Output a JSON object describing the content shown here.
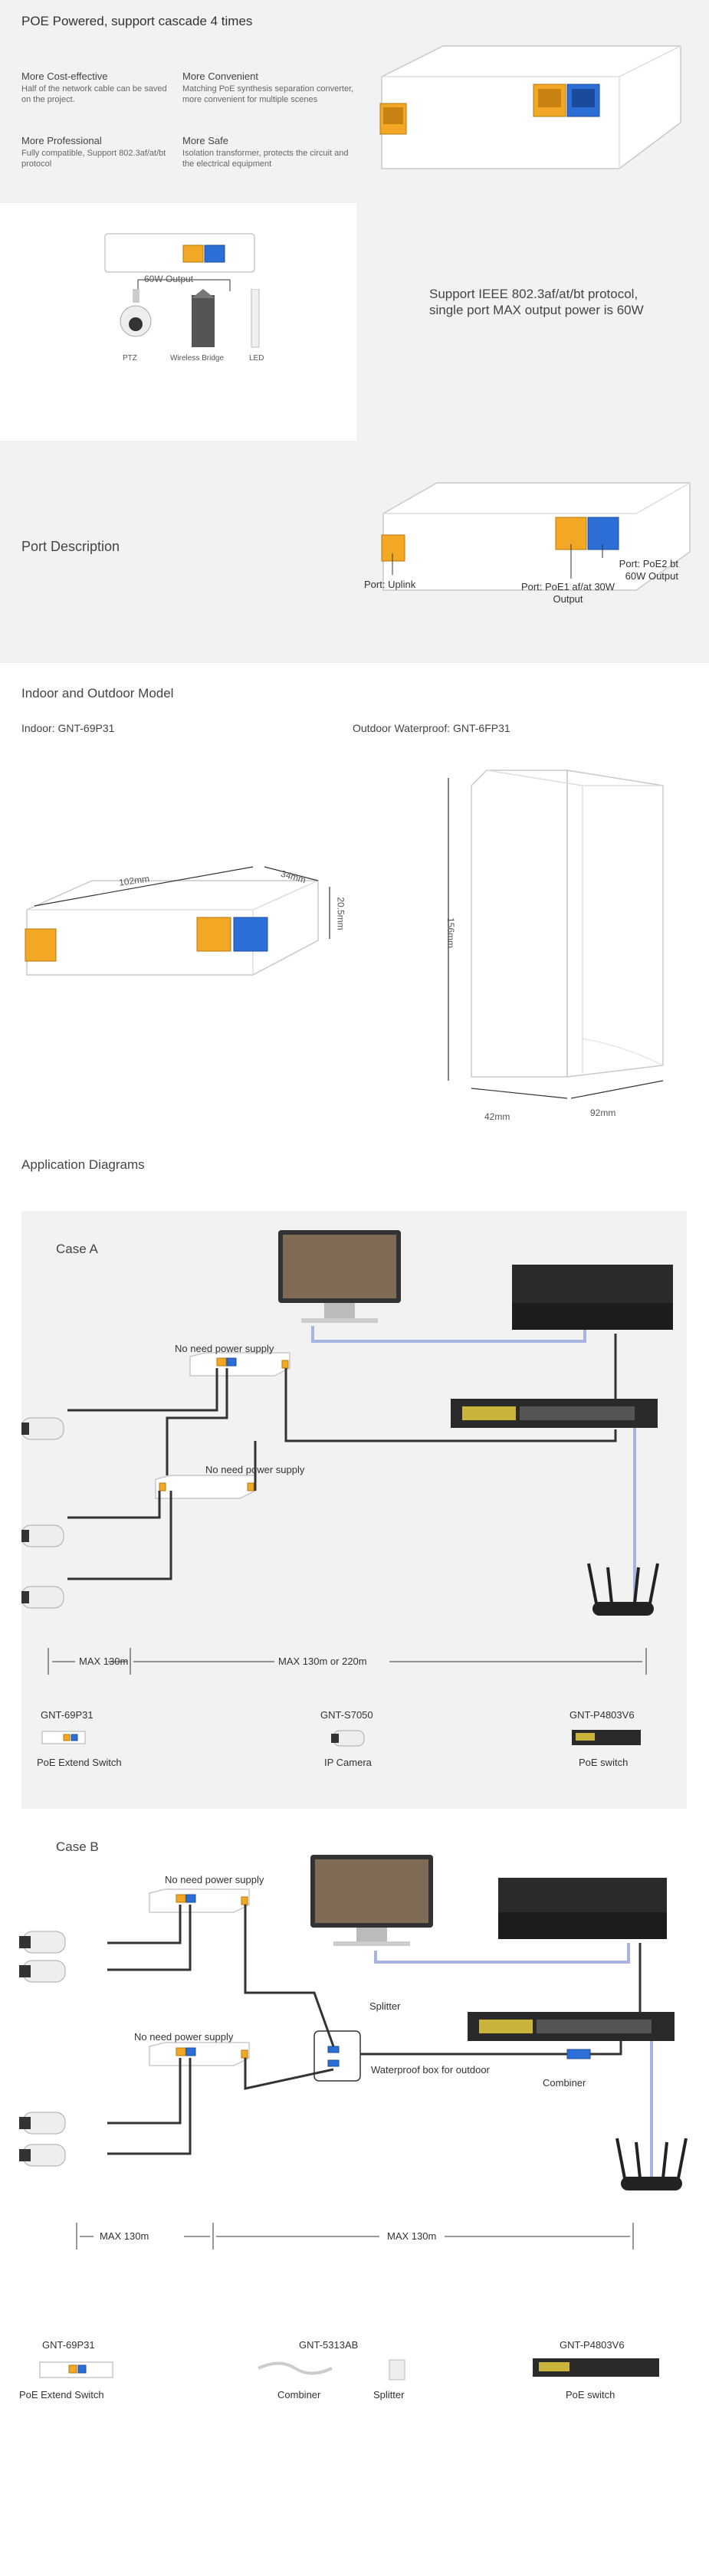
{
  "hero": {
    "title": "POE Powered, support cascade 4 times",
    "features": [
      {
        "title": "More Cost-effective",
        "body": "Half of the network cable can be saved on the project."
      },
      {
        "title": "More Convenient",
        "body": "Matching PoE synthesis separation converter, more convenient for multiple scenes"
      },
      {
        "title": "More Professional",
        "body": "Fully compatible, Support 802.3af/at/bt protocol"
      },
      {
        "title": "More Safe",
        "body": "Isolation transformer, protects the circuit and the electrical equipment"
      }
    ]
  },
  "power": {
    "output_label": "60W Output",
    "devices": [
      "PTZ",
      "Wireless Bridge",
      "LED"
    ],
    "description": "Support IEEE 802.3af/at/bt protocol, single port MAX output power is 60W"
  },
  "ports": {
    "heading": "Port Description",
    "uplink": "Port: Uplink",
    "poe1": "Port: PoE1 af/at 30W Output",
    "poe2": "Port: PoE2 bt 60W Output"
  },
  "models": {
    "heading": "Indoor and Outdoor Model",
    "indoor": "Indoor: GNT-69P31",
    "outdoor": "Outdoor Waterproof: GNT-6FP31",
    "indoor_dims": {
      "length": "102mm",
      "width": "34mm",
      "height": "20.5mm"
    },
    "outdoor_dims": {
      "height": "156mm",
      "depth": "42mm",
      "width": "92mm"
    }
  },
  "app": {
    "heading": "Application Diagrams",
    "case_a": {
      "title": "Case A",
      "no_power_1": "No need power supply",
      "no_power_2": "No need power supply",
      "max_1": "MAX 130m",
      "max_2": "MAX  130m or 220m",
      "legend": [
        {
          "model": "GNT-69P31",
          "name": "PoE Extend Switch"
        },
        {
          "model": "GNT-S7050",
          "name": "IP Camera"
        },
        {
          "model": "GNT-P4803V6",
          "name": "PoE switch"
        }
      ]
    },
    "case_b": {
      "title": "Case B",
      "no_power_1": "No need power supply",
      "no_power_2": "No need power supply",
      "splitter": "Splitter",
      "waterproof": "Waterproof box for outdoor",
      "combiner": "Combiner",
      "max_1": "MAX 130m",
      "max_2": "MAX  130m",
      "legend": [
        {
          "model": "GNT-69P31",
          "name": "PoE Extend Switch"
        },
        {
          "model": "GNT-5313AB",
          "name": "Combiner",
          "name2": "Splitter"
        },
        {
          "model": "GNT-P4803V6",
          "name": "PoE switch"
        }
      ]
    }
  }
}
